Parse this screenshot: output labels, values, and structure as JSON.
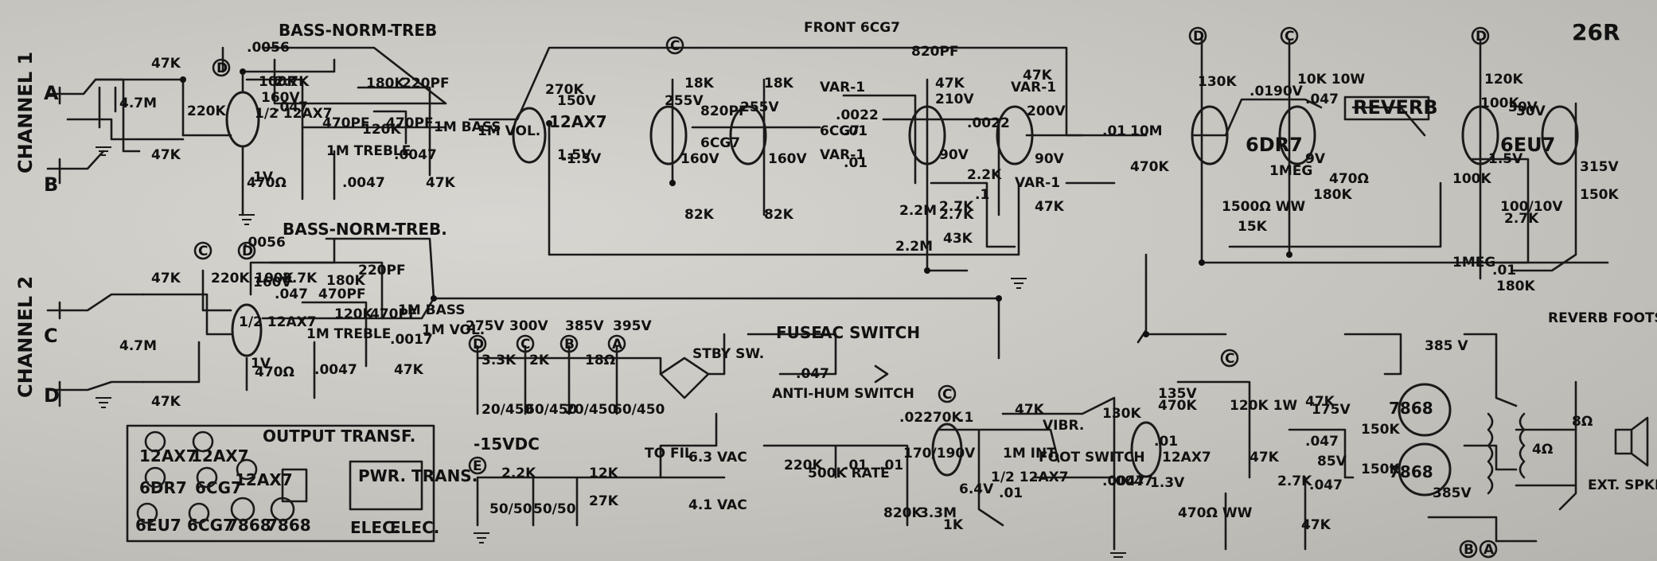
{
  "title": "26R",
  "channels": {
    "ch1": "CHANNEL 1",
    "ch2": "CHANNEL 2",
    "a": "A",
    "b": "B",
    "c": "C",
    "d": "D"
  },
  "tone_labels": {
    "bnt1": "BASS-NORM-TREB",
    "bnt2": "BASS-NORM-TREB.",
    "treble": "1M TREBLE",
    "treble2": "1M TREBLE",
    "bass": "1M BASS",
    "bass2": "1M BASS",
    "vol": "1M VOL.",
    "vol2": "1M VOL."
  },
  "tubes": {
    "v1": "1/2 12AX7",
    "v2": "12AX7",
    "v3": "6CG7",
    "v4": "6CG7",
    "v5": "6DR7",
    "v6": "6EU7",
    "v7": "1/2 12AX7",
    "v8": "1/2 12AX7",
    "v9": "12AX7",
    "v10": "7868",
    "v11": "7868"
  },
  "misc": {
    "front": "FRONT 6CG7",
    "reverb": "REVERB",
    "var1": "VAR-1",
    "var2": "VAR-1",
    "var3": "VAR-1",
    "var4": "VAR-1",
    "footsw": "REVERB FOOTSWITCH JACK",
    "fuse": "FUSE",
    "acsw": "AC SWITCH",
    "antihum": "ANTI-HUM SWITCH",
    "stby": "STBY SW.",
    "tofil": "TO FIL.",
    "vac63": "6.3 VAC",
    "vac41": "4.1 VAC",
    "rate": "500K RATE",
    "vibr": "VIBR.",
    "footswitch": "FOOT SWITCH",
    "ext": "EXT. SPKR",
    "out": "OUTPUT TRANSF.",
    "pwr": "PWR. TRANS.",
    "elec1": "ELEC.",
    "elec2": "ELEC.",
    "minus15": "-15VDC",
    "ohm4": "4Ω",
    "ohm8": "8Ω"
  },
  "volts": {
    "v160": "160V",
    "v1v": "1V",
    "v160b": "160V",
    "v1vb": "1V",
    "v150": "150V",
    "v255": "255V",
    "v255b": "255V",
    "v160c": "160V",
    "v160d": "160V",
    "v210": "210V",
    "v90": "90V",
    "v200": "200V",
    "v90b": "90V",
    "v1p5": "1.5V",
    "v90c": "90V",
    "v9": "9V",
    "v1p5b": "1.5V",
    "v30": "30V",
    "v315": "315V",
    "v135": "135V",
    "v1p3": "1.3V",
    "v175": "175V",
    "v85": "85V",
    "v385": "385 V",
    "v385b": "385V",
    "v170": "170/190V",
    "v6p4": "6.4V",
    "v275": "275V",
    "v300": "300V",
    "v385c": "385V",
    "v395": "395V",
    "m1p5": "-1.5V"
  },
  "parts": [
    "47K",
    "47K",
    "4.7M",
    "220K",
    "100K",
    "2.7K",
    "180K",
    "220PF",
    ".0056",
    ".047",
    "470PF",
    "120K",
    "470PF",
    ".0047",
    "470Ω",
    ".0047",
    "47K",
    "270K",
    "18K",
    "18K",
    "820PF",
    ".0022",
    ".01",
    ".01",
    "47K",
    "47K",
    ".0022",
    ".1",
    "2.2M",
    "2.7K",
    "82K",
    "82K",
    "2.7K",
    "2.2M",
    "43K",
    "47K",
    "2.2K",
    ".01",
    "10M",
    "470K",
    "130K",
    ".01",
    "10K 10W",
    ".047",
    "1500Ω WW",
    "15K",
    "1MEG",
    "470Ω",
    "180K",
    "120K",
    "100K",
    "30V",
    "100K",
    "2.7K",
    "100/10V",
    "150K",
    "1MEG",
    ".01",
    "180K",
    "47K",
    "47K",
    "4.7M",
    "220K",
    "100K",
    "2.7K",
    "180K",
    ".0056",
    "220PF",
    ".047",
    "470PF",
    "120K",
    "470PF",
    ".0017",
    "470Ω",
    ".0047",
    "47K",
    "3.3K",
    "2K",
    "18Ω",
    "20/450",
    "60/450",
    "20/450",
    "60/450",
    "2.2K",
    "12K",
    "27K",
    "50/50",
    "50/50",
    ".047",
    ".022",
    "270K",
    ".1",
    "220K",
    ".01",
    ".01",
    "820K",
    "3.3M",
    "1M INT.",
    "47K",
    "130K",
    ".0047",
    ".0047",
    "1K",
    ".01",
    "470K",
    "120K 1W",
    "47K",
    "470Ω WW",
    "47K",
    "2.7K",
    "47K",
    ".01",
    ".047",
    ".047",
    "150K",
    "150K",
    "820PF"
  ],
  "tube_layout": [
    "12AX7",
    "12AX7",
    "6DR7",
    "6CG7",
    "12AX7",
    "6EU7",
    "6CG7",
    "7868",
    "7868"
  ],
  "nodes": [
    "A",
    "B",
    "C",
    "D",
    "E"
  ]
}
